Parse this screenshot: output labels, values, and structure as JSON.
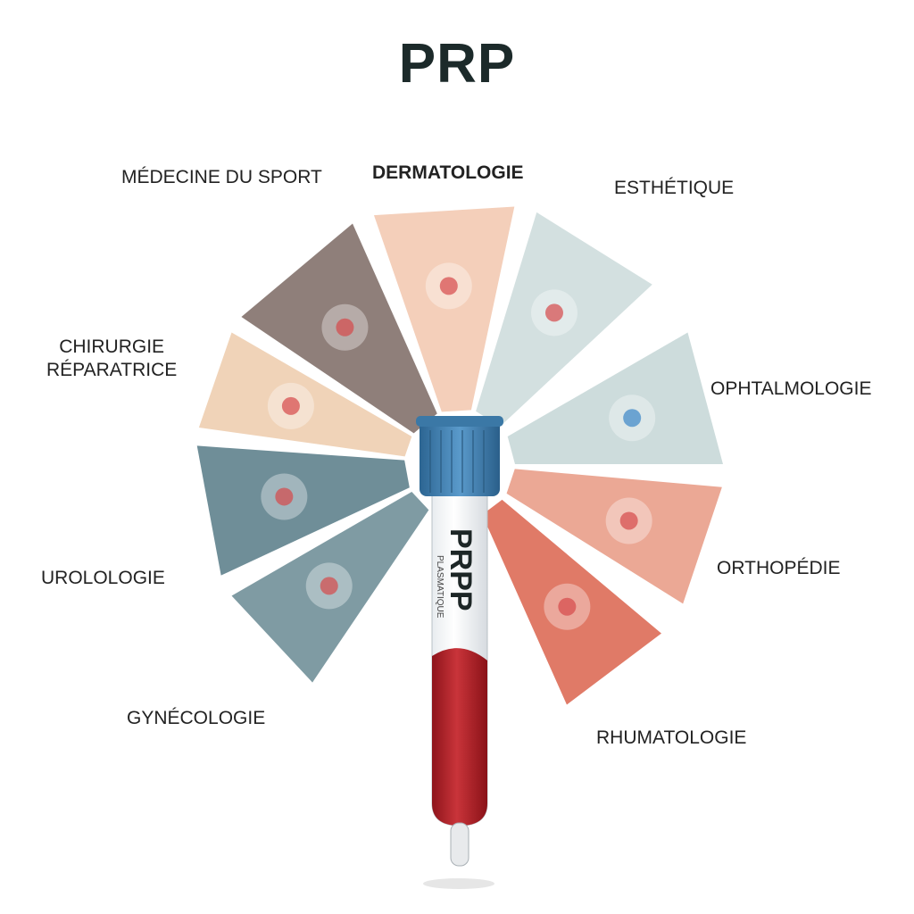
{
  "title": "PRP",
  "segments": [
    {
      "label": "MÉDECINE DU SPORT",
      "color": "#8f7f7a",
      "icon": "inflamed-knee-icon"
    },
    {
      "label": "DERMATOLOGIE",
      "color": "#f4cfba",
      "icon": "skin-hair-follicle-icon"
    },
    {
      "label": "ESTHÉTIQUE",
      "color": "#d3e0e0",
      "icon": "skin-blemish-icon"
    },
    {
      "label": "OPHTALMOLOGIE",
      "color": "#cddcdc",
      "icon": "eye-icon"
    },
    {
      "label": "ORTHOPÉDIE",
      "color": "#eba895",
      "icon": "uterus-icon"
    },
    {
      "label": "RHUMATOLOGIE",
      "color": "#e07a67",
      "icon": "knee-joint-icon"
    },
    {
      "label": "GYNÉCOLOGIE",
      "color": "#7f9ba3",
      "icon": "bone-joint-icon"
    },
    {
      "label": "UROLOLOGIE",
      "color": "#6f8e98",
      "icon": "kidney-icon"
    },
    {
      "label": "CHIRURGIE\nRÉPARATRICE",
      "color": "#f0d3b8",
      "icon": "wound-scar-icon"
    }
  ],
  "tube": {
    "label": "PRPP",
    "sublabel": "PLASMATIQUE",
    "cap_color": "#3f7fae",
    "blood_color": "#b5232a"
  }
}
